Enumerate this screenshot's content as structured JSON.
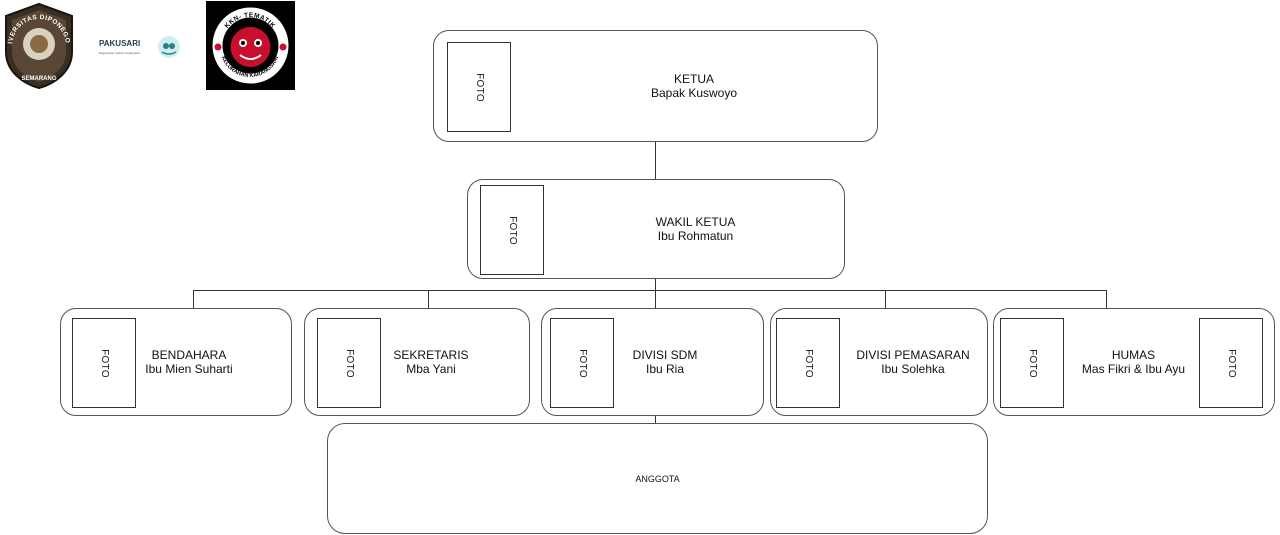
{
  "logos": {
    "undip": {
      "top_text": "UNIVERSITAS DIPONEGORO",
      "bottom_text": "SEMARANG"
    },
    "pakusari": {
      "name": "PAKUSARI",
      "tagline": "Paguyuban Kuliner Karangsari"
    },
    "kkn": {
      "top_text": "KKN- TEMATIK",
      "bottom_text": "KELURAHAN KARANGSARI",
      "colors": {
        "bg": "#000000",
        "ring": "#ffffff",
        "accent": "#c8102e"
      }
    }
  },
  "foto_label": "FOTO",
  "ketua": {
    "title": "KETUA",
    "name": "Bapak Kuswoyo"
  },
  "wakil": {
    "title": "WAKIL KETUA",
    "name": "Ibu Rohmatun"
  },
  "bendahara": {
    "title": "BENDAHARA",
    "name": "Ibu Mien Suharti"
  },
  "sekretaris": {
    "title": "SEKRETARIS",
    "name": "Mba Yani"
  },
  "sdm": {
    "title": "DIVISI SDM",
    "name": "Ibu Ria"
  },
  "pemasaran": {
    "title": "DIVISI PEMASARAN",
    "name": "Ibu Solehka"
  },
  "humas": {
    "title": "HUMAS",
    "name": "Mas Fikri & Ibu Ayu"
  },
  "anggota": {
    "title": "ANGGOTA"
  }
}
